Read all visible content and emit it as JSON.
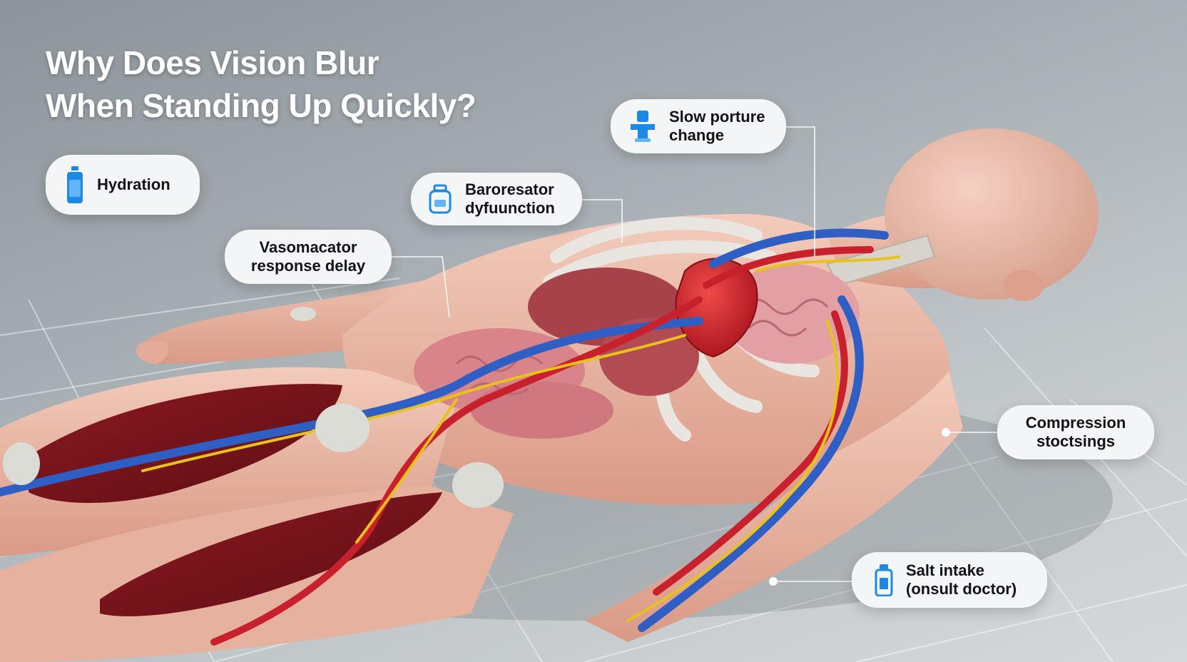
{
  "title": {
    "line1": "Why Does Vision Blur",
    "line2": "When Standing Up Quickly?"
  },
  "callouts": {
    "hydration": {
      "lines": [
        "Hydration"
      ],
      "icon": "water-bottle-icon"
    },
    "vasomacator": {
      "lines": [
        "Vasomacator",
        "response delay"
      ]
    },
    "baroresator": {
      "lines": [
        "Baroresator",
        "dyfuunction"
      ],
      "icon": "jar-icon"
    },
    "slow_porture": {
      "lines": [
        "Slow porture",
        "change"
      ],
      "icon": "posture-icon"
    },
    "compression": {
      "lines": [
        "Compression",
        "stoctsings"
      ]
    },
    "salt_intake": {
      "lines": [
        "Salt intake",
        "(onsult doctor)"
      ],
      "icon": "salt-shaker-icon"
    }
  },
  "colors": {
    "accent_blue": "#1e88e5",
    "vein_blue": "#2f5fc4",
    "artery_red": "#c8202c",
    "nerve_yellow": "#e8c21c",
    "skin": "#ecb8a6",
    "callout_bg": "#f4f5f6",
    "title_text": "#ffffff"
  }
}
